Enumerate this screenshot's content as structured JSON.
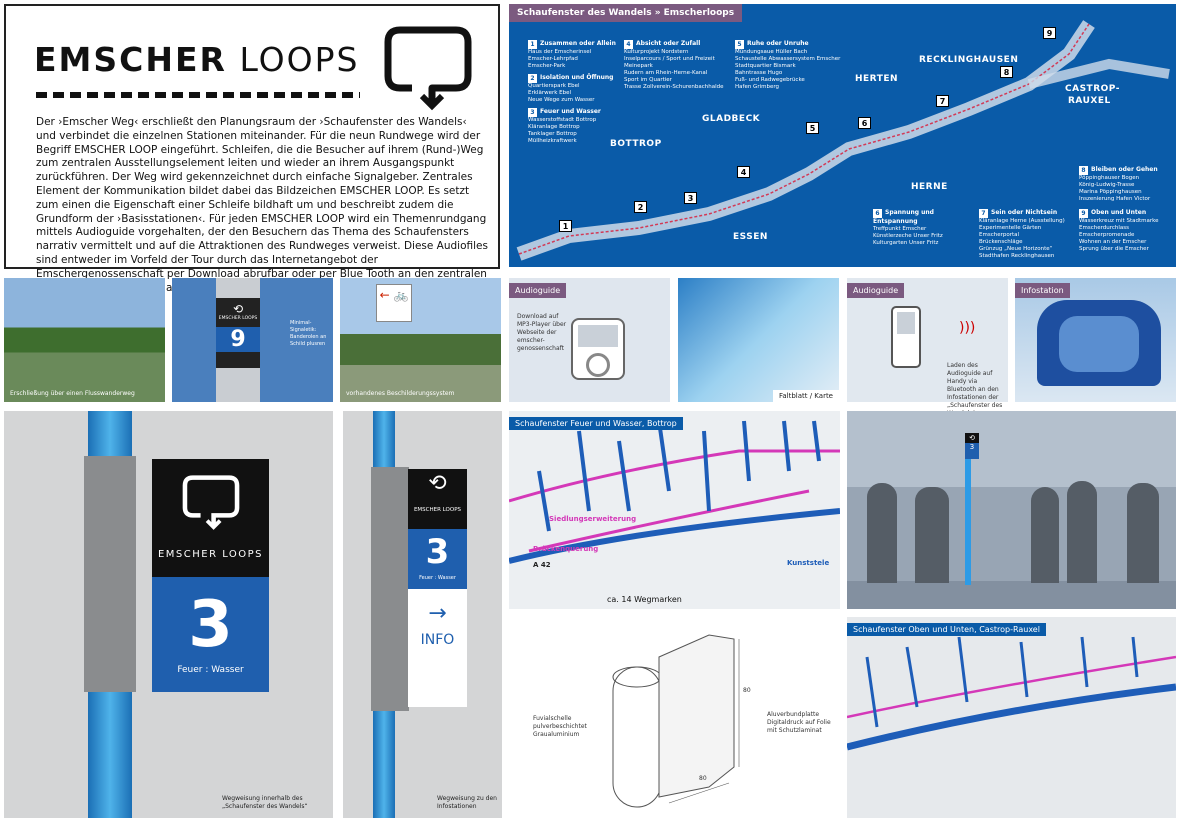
{
  "intro": {
    "logo_bold": "EMSCHER",
    "logo_light": "LOOPS",
    "text": "Der ›Emscher Weg‹ erschließt den Planungsraum der ›Schaufenster des Wandels‹ und verbindet die einzelnen Stationen miteinander. Für die neun Rundwege wird der Begriff EMSCHER LOOP eingeführt. Schleifen, die die Besucher auf ihrem (Rund-)Weg zum zentralen Ausstellungselement leiten und wieder an ihrem Ausgangspunkt zurückführen. Der Weg wird gekennzeichnet durch einfache Signalgeber. Zentrales Element der Kommunikation bildet dabei das Bildzeichen EMSCHER LOOP. Es setzt zum einen die Eigenschaft einer Schleife bildhaft um und beschreibt zudem die Grundform der ›Basisstationen‹. Für jeden EMSCHER LOOP wird ein Themenrundgang mittels Audioguide vorgehalten, der den Besuchern das Thema des Schaufensters narrativ vermittelt und auf die Attraktionen des Rundweges verweist. Diese Audiofiles sind entweder im Vorfeld der Tour durch das Internetangebot der Emschergenossenschaft per Download abrufbar oder per Blue Tooth an den zentralen Basisstationen auf das Handy ladbar."
  },
  "map": {
    "title": "Schaufenster des Wandels » Emscherloops",
    "cities": [
      "BOTTROP",
      "GLADBECK",
      "HERTEN",
      "RECKLINGHAUSEN",
      "CASTROP-",
      "RAUXEL",
      "HERNE",
      "ESSEN"
    ],
    "stations": [
      "1",
      "2",
      "3",
      "4",
      "5",
      "6",
      "7",
      "8",
      "9"
    ],
    "legend": [
      {
        "num": "1",
        "title": "Zusammen oder Allein",
        "lines": [
          "Haus der Emscherinsel",
          "Emscher-Lehrpfad",
          "Emscher-Park"
        ]
      },
      {
        "num": "2",
        "title": "Isolation und Öffnung",
        "lines": [
          "Quartierspark Ebel",
          "Erklärwerk Ebel",
          "Neue Wege zum Wasser"
        ]
      },
      {
        "num": "3",
        "title": "Feuer und Wasser",
        "lines": [
          "Wasserstoffstadt Bottrop",
          "Kläranlage Bottrop",
          "Tanklager Bottrop",
          "Müllheizkraftwerk"
        ]
      },
      {
        "num": "4",
        "title": "Absicht oder Zufall",
        "lines": [
          "Kulturprojekt Nordstern",
          "Inselparcours / Sport und Freizeit",
          "Meinepark",
          "Rudern am Rhein-Herne-Kanal",
          "Sport im Quartier",
          "Trasse Zollverein-Schurenbachhalde"
        ]
      },
      {
        "num": "5",
        "title": "Ruhe oder Unruhe",
        "lines": [
          "Mündungsaue Hüller Bach",
          "Schaustelle Abwassersystem Emscher",
          "Stadtquartier Bismark",
          "Bahntrasse Hugo",
          "Fuß- und Radwegebrücke",
          "Hafen Grimberg"
        ]
      },
      {
        "num": "6",
        "title": "Spannung und Entspannung",
        "lines": [
          "Treffpunkt Emscher",
          "Künstlerzeche Unser Fritz",
          "Kulturgarten Unser Fritz"
        ]
      },
      {
        "num": "7",
        "title": "Sein oder Nichtsein",
        "lines": [
          "Kläranlage Herne (Ausstellung)",
          "Experimentelle Gärten",
          "Emscherportal",
          "Brückenschläge",
          "Grünzug „Neue Horizonte“",
          "Stadthafen Recklinghausen"
        ]
      },
      {
        "num": "8",
        "title": "Bleiben oder Gehen",
        "lines": [
          "Pöppinghauser Bogen",
          "König-Ludwig-Trasse",
          "Marina Pöppinghausen",
          "Inszenierung Hafen Victor"
        ]
      },
      {
        "num": "9",
        "title": "Oben und Unten",
        "lines": [
          "Wasserkreuz mit Stadtmarke",
          "Emscherdurchlass",
          "Emscherpromenade",
          "Wohnen an der Emscher",
          "Sprung über die Emscher"
        ]
      }
    ]
  },
  "photos": {
    "p1_caption": "Erschließung über einen Flusswanderweg",
    "p2_sign_text": "EMSCHER LOOPS",
    "p2_number": "9",
    "p2_note": "Minimal-Signaletik: Banderolen an Schild plusren",
    "p3_caption": "vorhandenes Beschilderungssystem"
  },
  "audioguide1": {
    "tab": "Audioguide",
    "text": "Download auf MP3-Player über Webseite der emscher-genossenschaft"
  },
  "faltblatt": {
    "label": "Faltblatt / Karte"
  },
  "audioguide2": {
    "tab": "Audioguide",
    "text": "Laden des Audioguide auf Handy via Bluetooth an den Infostationen der „Schaufenster des Wandels“"
  },
  "infostation": {
    "tab": "Infostation"
  },
  "sign_big": {
    "brand": "EMSCHER LOOPS",
    "number": "3",
    "theme": "Feuer : Wasser",
    "caption": "Wegweisung innerhalb des „Schaufenster des Wandels“"
  },
  "sign_info": {
    "brand": "EMSCHER LOOPS",
    "number": "3",
    "theme": "Feuer : Wasser",
    "info": "INFO",
    "caption": "Wegweisung zu den Infostationen"
  },
  "bottrop": {
    "title": "Schaufenster Feuer und Wasser, Bottrop",
    "labels": [
      "Siedlungserweiterung",
      "Brückenquerung",
      "Kunststele",
      "A 42"
    ],
    "count": "ca. 14 Wegmarken"
  },
  "silhouette": {
    "marker": "3"
  },
  "drawing": {
    "left_label": "Fuvialschelle pulverbeschichtet Graualuminium",
    "right_label": "Aluverbundplatte Digitaldruck auf Folie mit Schutzlaminat",
    "dim1": "80",
    "dim2": "80"
  },
  "castrop": {
    "title": "Schaufenster Oben und Unten, Castrop-Rauxel"
  },
  "colors": {
    "blue": "#0a5ba8",
    "purple": "#7b5a80",
    "dark": "#111111",
    "pole": "#2f9be0",
    "magenta": "#e020a0"
  }
}
